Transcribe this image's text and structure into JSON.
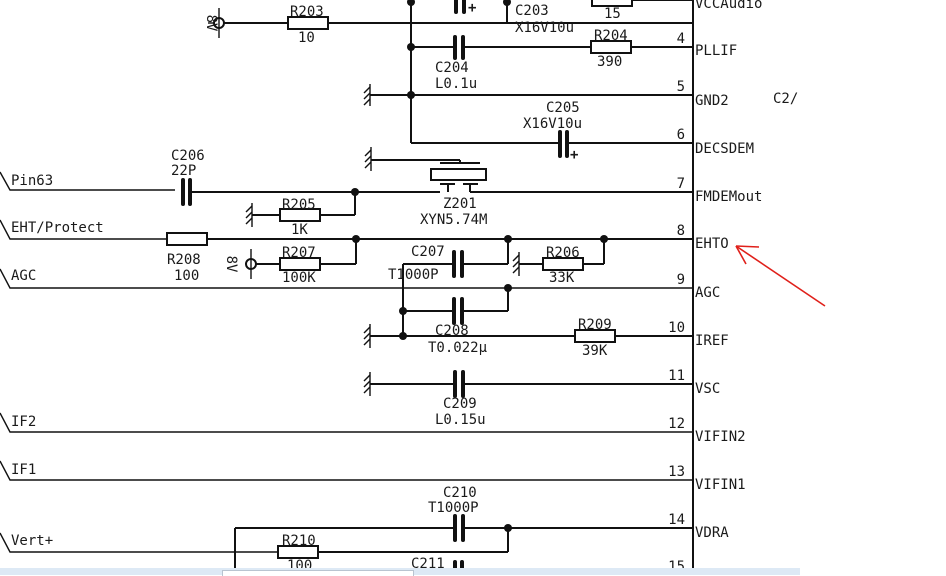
{
  "viewer": {
    "bottom_bar_present": true
  },
  "schematic": {
    "ic_pins": [
      {
        "num": "",
        "name": "VCCAudio"
      },
      {
        "num": "4",
        "name": "PLLIF"
      },
      {
        "num": "5",
        "name": "GND2"
      },
      {
        "num": "6",
        "name": "DECSDEM"
      },
      {
        "num": "7",
        "name": "FMDEMout"
      },
      {
        "num": "8",
        "name": "EHTO"
      },
      {
        "num": "9",
        "name": "AGC"
      },
      {
        "num": "10",
        "name": "IREF"
      },
      {
        "num": "11",
        "name": "VSC"
      },
      {
        "num": "12",
        "name": "VIFIN2"
      },
      {
        "num": "13",
        "name": "VIFIN1"
      },
      {
        "num": "14",
        "name": "VDRA"
      },
      {
        "num": "15",
        "name": ""
      }
    ],
    "side_note": "C2/",
    "nets": [
      {
        "name": "Pin63"
      },
      {
        "name": "EHT/Protect"
      },
      {
        "name": "AGC"
      },
      {
        "name": "IF2"
      },
      {
        "name": "IF1"
      },
      {
        "name": "Vert+"
      }
    ],
    "supply_labels": {
      "top": "8V",
      "mid": "8V"
    },
    "components": {
      "R203": {
        "ref": "R203",
        "value": "10"
      },
      "R204": {
        "ref": "R204",
        "value": "390"
      },
      "R_top": {
        "ref": "",
        "value": "15"
      },
      "R205": {
        "ref": "R205",
        "value": "1K"
      },
      "R206": {
        "ref": "R206",
        "value": "33K"
      },
      "R207": {
        "ref": "R207",
        "value": "100K"
      },
      "R208": {
        "ref": "R208",
        "value": "100"
      },
      "R209": {
        "ref": "R209",
        "value": "39K"
      },
      "R210": {
        "ref": "R210",
        "value": "100"
      },
      "C203": {
        "ref": "C203",
        "value": "X16V10u"
      },
      "C204": {
        "ref": "C204",
        "value": "L0.1u"
      },
      "C205": {
        "ref": "C205",
        "value": "X16V10u"
      },
      "C206": {
        "ref": "C206",
        "value": "22P"
      },
      "C207": {
        "ref": "C207",
        "value": "T1000P"
      },
      "C208": {
        "ref": "C208",
        "value": "T0.022µ"
      },
      "C209": {
        "ref": "C209",
        "value": "L0.15u"
      },
      "C210": {
        "ref": "C210",
        "value": "T1000P"
      },
      "C211": {
        "ref": "C211",
        "value": ""
      },
      "Z201": {
        "ref": "Z201",
        "value": "XYN5.74M"
      }
    },
    "plus_sign": "+",
    "annotation": {
      "color": "#e0201a",
      "points_to": "EHTO"
    }
  }
}
